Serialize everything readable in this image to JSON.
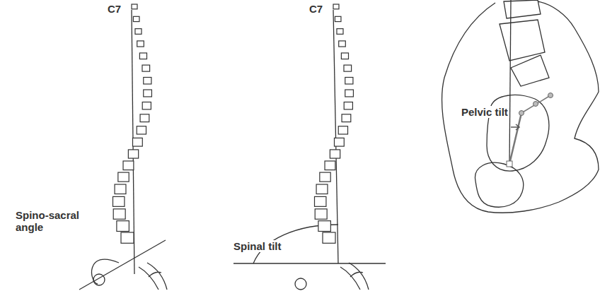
{
  "diagram": {
    "labels": [
      "C7",
      "Spino-sacral angle",
      "C7",
      "Spinal tilt",
      "Pelvic tilt"
    ]
  }
}
